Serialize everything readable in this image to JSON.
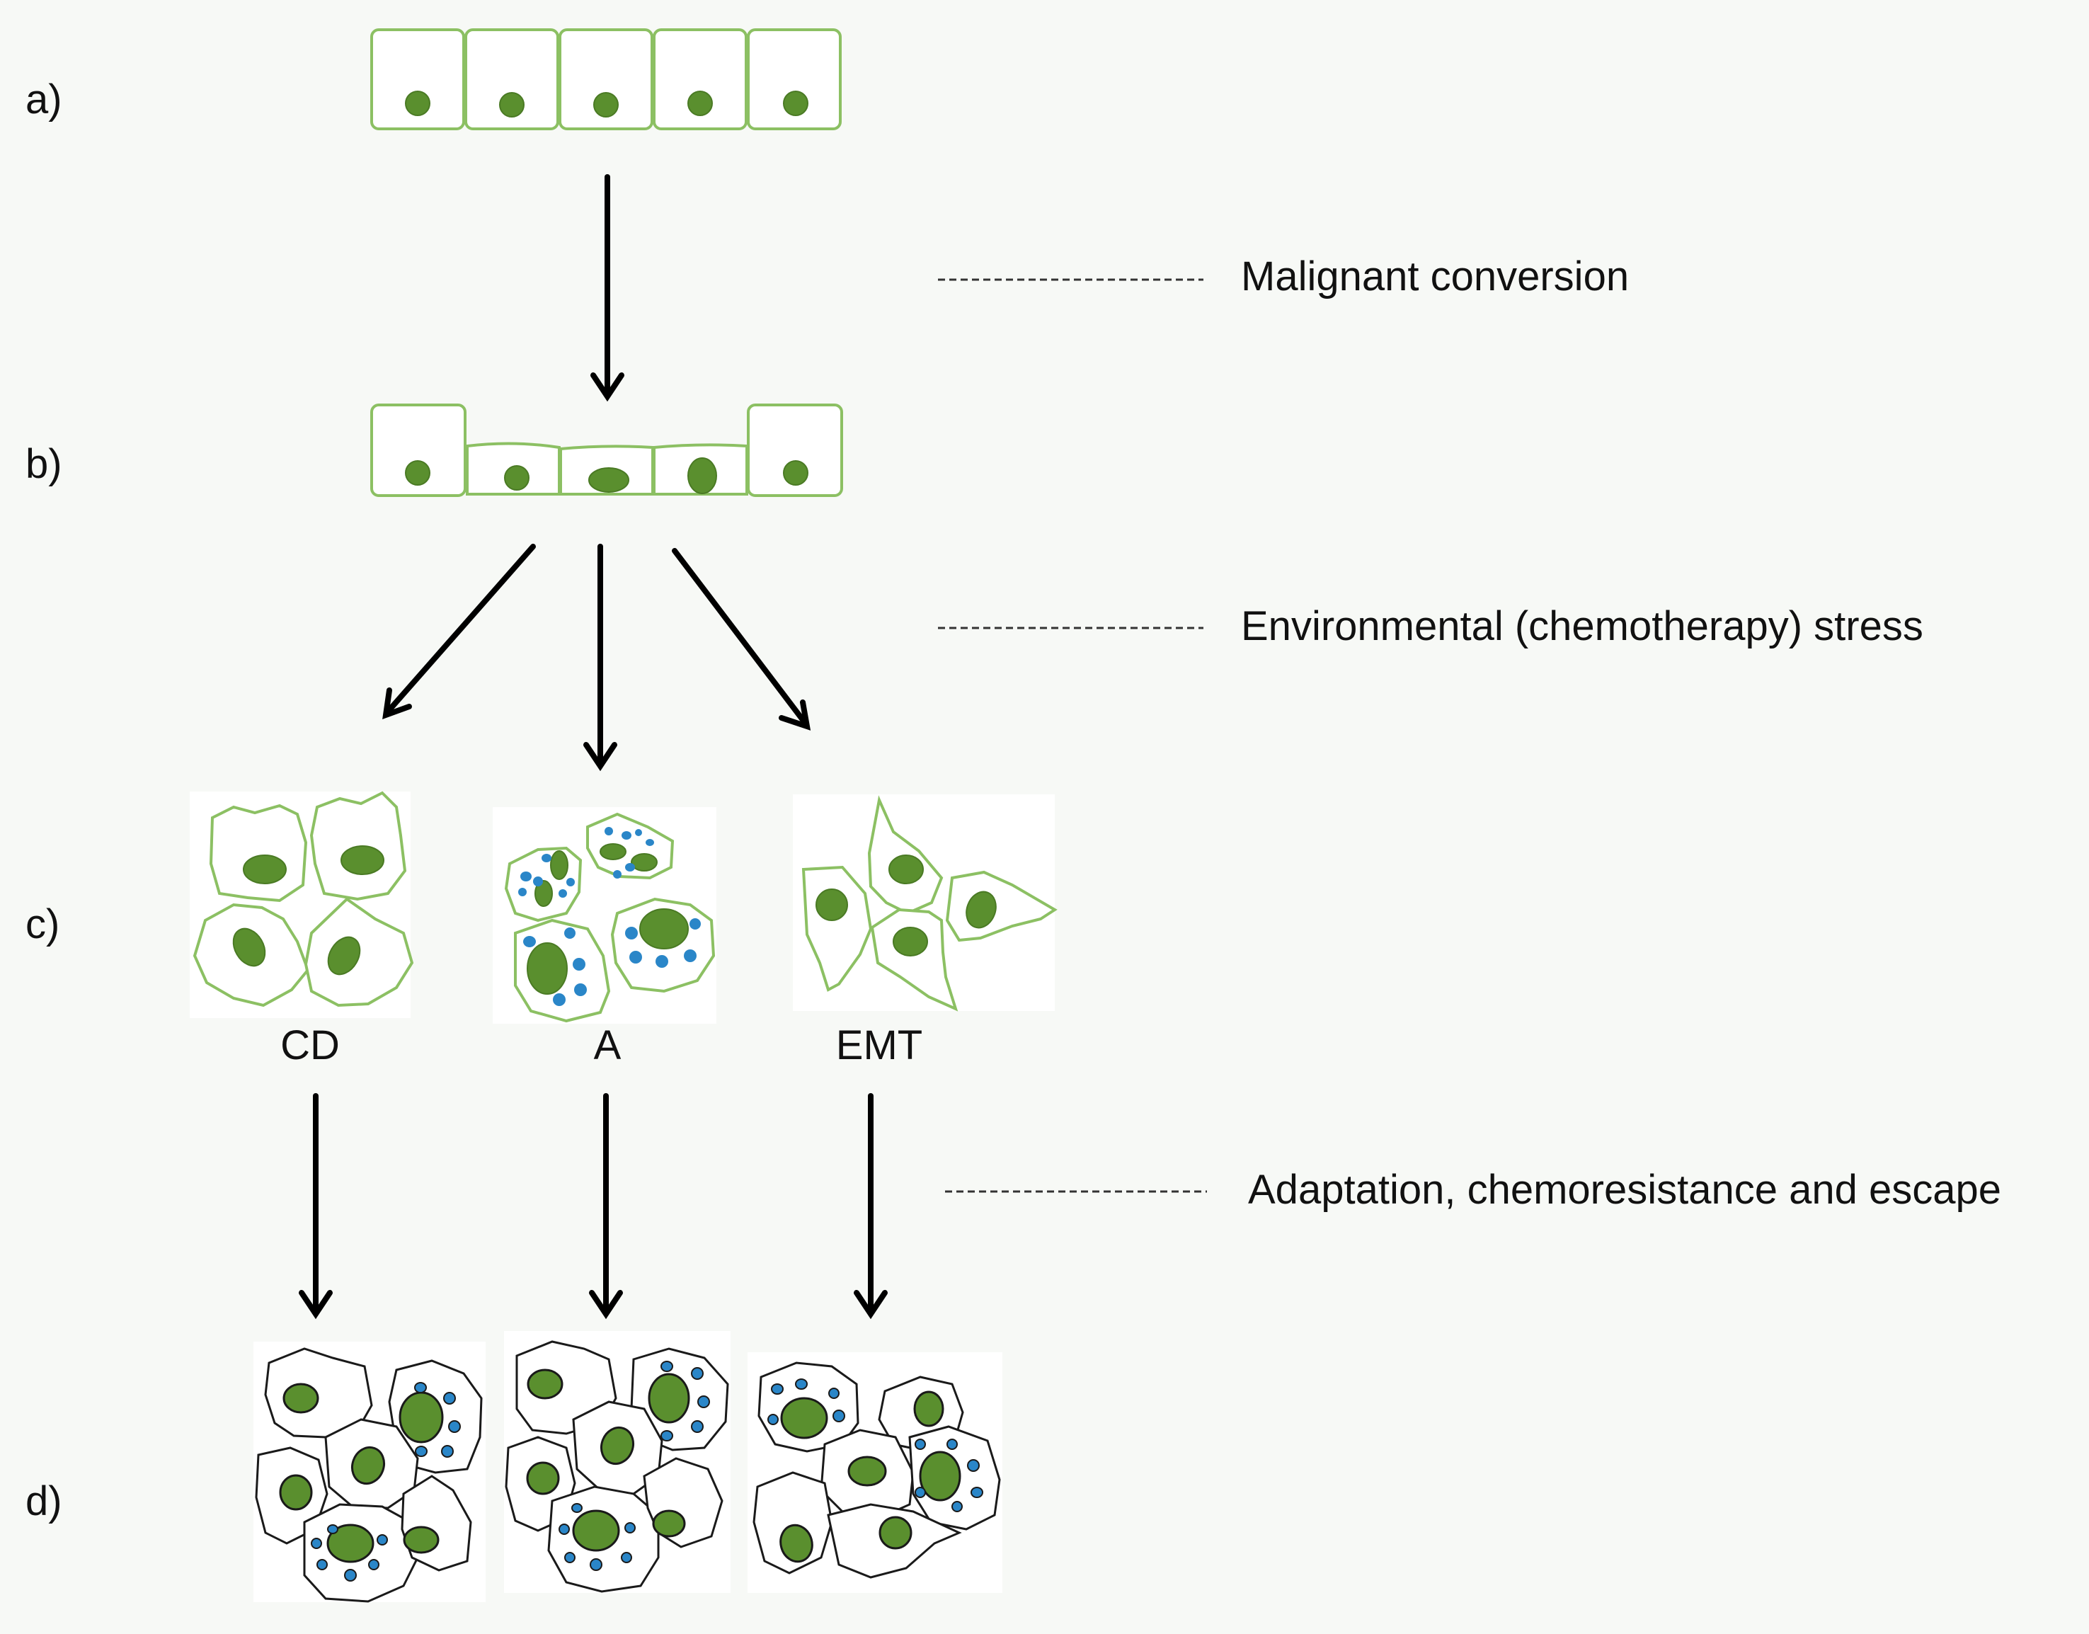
{
  "rows": {
    "a": "a)",
    "b": "b)",
    "c": "c)",
    "d": "d)"
  },
  "steps": {
    "malignant": "Malignant conversion",
    "stress": "Environmental (chemotherapy) stress",
    "adaptation": "Adaptation, chemoresistance and escape"
  },
  "types": {
    "cd": "CD",
    "a": "A",
    "emt": "EMT"
  },
  "colors": {
    "background": "#f7f9f6",
    "cell_outline_green": "#8cc063",
    "nucleus": "#5a8f2e",
    "vesicle": "#2a86c8",
    "cell_outline_dark": "#1a1a1a",
    "arrow": "#000000"
  }
}
